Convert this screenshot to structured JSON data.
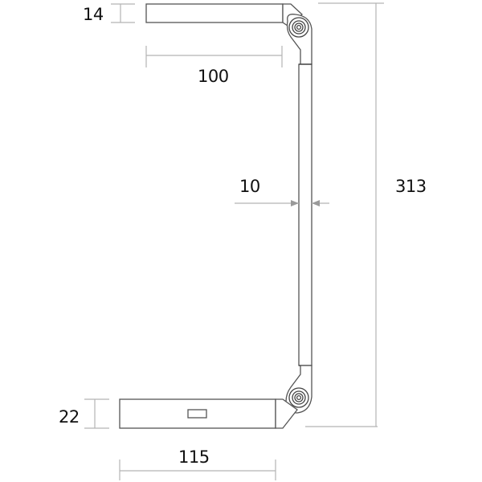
{
  "drawing": {
    "type": "technical dimension drawing",
    "subject": "folding lamp arm profile",
    "units_implied": "mm",
    "colors": {
      "part_stroke": "#555555",
      "dimension_line": "#b4b4b4",
      "text": "#111111",
      "background": "#ffffff"
    }
  },
  "dimensions": {
    "top_arm_thickness": {
      "label": "14"
    },
    "top_arm_length": {
      "label": "100"
    },
    "pole_width": {
      "label": "10"
    },
    "total_height": {
      "label": "313"
    },
    "base_thickness": {
      "label": "22"
    },
    "base_length": {
      "label": "115"
    }
  },
  "parts": {
    "top_arm": "upper horizontal arm",
    "upper_hinge": "upper pivot joint",
    "pole": "vertical pole",
    "lower_hinge": "lower pivot joint",
    "base": "base block",
    "switch": "switch cutout"
  }
}
